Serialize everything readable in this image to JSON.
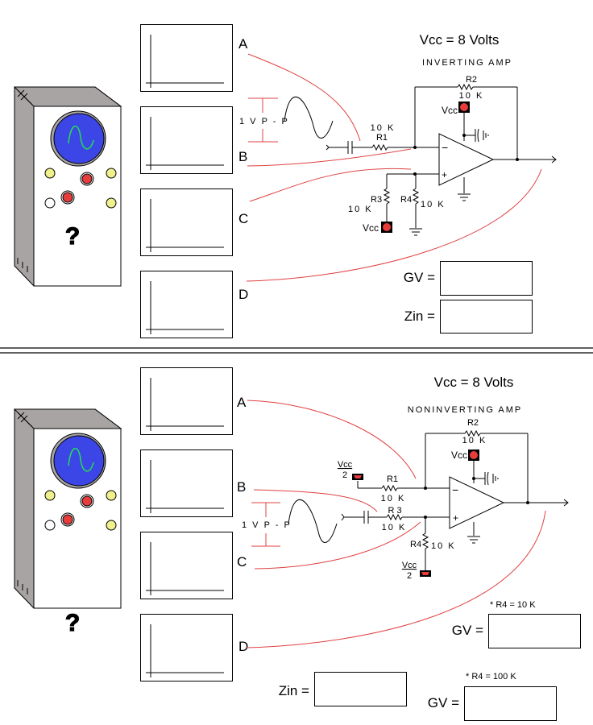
{
  "sections": [
    {
      "id": "inverting",
      "title": "INVERTING AMP",
      "vcc_label": "Vcc = 8 Volts",
      "scope_labels": [
        "A",
        "B",
        "C",
        "D"
      ],
      "source_label": "1 V  P - P",
      "components": {
        "r1_name": "R1",
        "r1_value": "10 K",
        "r2_name": "R2",
        "r2_value": "10 K",
        "r3_name": "R3",
        "r3_value": "10 K",
        "r4_name": "R4",
        "r4_value": "10 K",
        "vcc": "Vcc",
        "vcc2": "Vcc",
        "opamp_minus": "−",
        "opamp_plus": "+"
      },
      "answers": [
        {
          "label": "GV =",
          "value": ""
        },
        {
          "label": "Zin =",
          "value": ""
        }
      ]
    },
    {
      "id": "noninverting",
      "title": "NONINVERTING AMP",
      "vcc_label": "Vcc = 8 Volts",
      "scope_labels": [
        "A",
        "B",
        "C",
        "D"
      ],
      "source_label": "1 V  P - P",
      "components": {
        "r1_name": "R1",
        "r1_value": "10 K",
        "r2_name": "R2",
        "r2_value": "10 K",
        "r3_name": "R 3",
        "r3_value": "10 K",
        "r4_name": "R4",
        "r4_value": "10 K",
        "vcc": "Vcc",
        "vcc_half_num": "Vcc",
        "vcc_half_den": "2",
        "opamp_minus": "−",
        "opamp_plus": "+"
      },
      "answers": [
        {
          "label": "GV =",
          "note": "* R4 = 10 K",
          "value": ""
        },
        {
          "label": "Zin =",
          "value": ""
        },
        {
          "label": "GV =",
          "note": "* R4 = 100 K",
          "value": ""
        }
      ]
    }
  ],
  "help_icon": "question-mark-icon",
  "colors": {
    "probe_wire": "#e04040",
    "scope_screen": "#3c46e6",
    "scope_trace": "#22dd55",
    "scope_body": "#a8a4a4",
    "knob_yellow": "#f0f08c",
    "knob_red": "#e63c3c",
    "vcc_terminal": "#e63c3c"
  }
}
